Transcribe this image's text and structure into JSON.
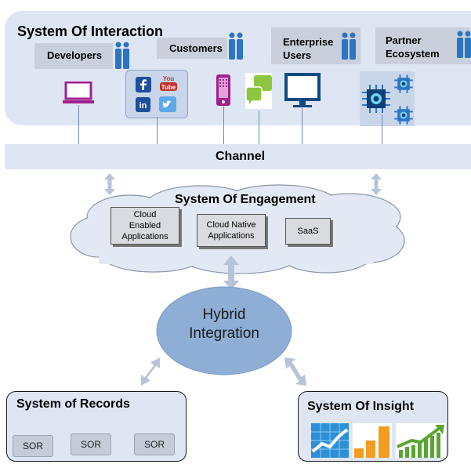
{
  "interaction": {
    "title": "System Of Interaction",
    "developers": "Developers",
    "customers": "Customers",
    "enterprise_users": "Enterprise\nUsers",
    "partner_ecosystem": "Partner\nEcosystem"
  },
  "channel": {
    "label": "Channel"
  },
  "engagement": {
    "title": "System Of Engagement",
    "apps": [
      "Cloud\nEnabled\nApplications",
      "Cloud Native\nApplications",
      "SaaS"
    ]
  },
  "integration": {
    "label": "Hybrid\nIntegration"
  },
  "records": {
    "title": "System of Records",
    "items": [
      "SOR",
      "SOR",
      "SOR"
    ]
  },
  "insight": {
    "title": "System Of Insight"
  },
  "social_icons": [
    "f",
    "You\nTube",
    "in",
    "twitter"
  ],
  "colors": {
    "panel": "#dfe6f3",
    "label_bg": "#c9d0dc",
    "ellipse": "#8eaed6",
    "icon_blue": "#2d74c2",
    "laptop": "#a0208f",
    "chat": "#8cc63f",
    "chart_orange": "#f39c1f",
    "chart_green": "#5aa532"
  }
}
